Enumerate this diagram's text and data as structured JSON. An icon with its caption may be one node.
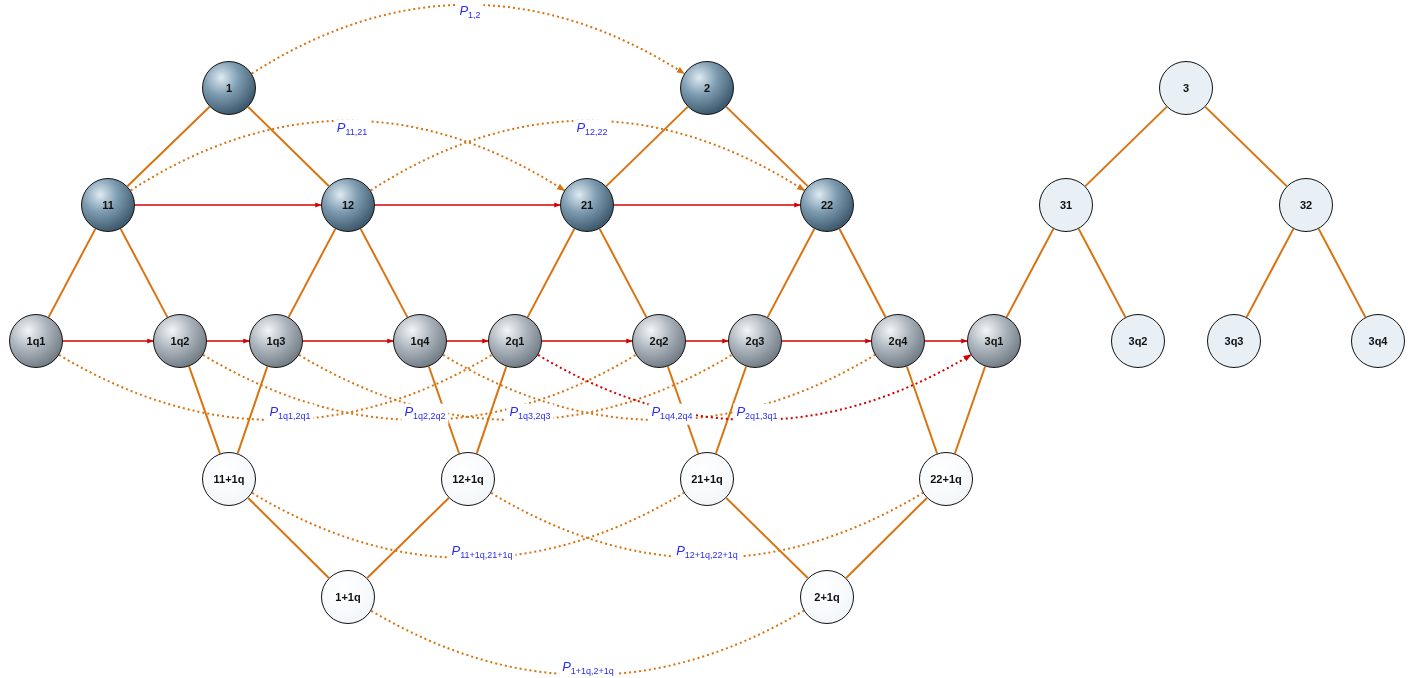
{
  "diagram": {
    "nodes": [
      {
        "text": [
          "1"
        ]
      },
      {
        "text": [
          "2"
        ]
      },
      {
        "text": [
          "3"
        ]
      },
      {
        "text": [
          "11"
        ]
      },
      {
        "text": [
          "12"
        ]
      },
      {
        "text": [
          "21"
        ]
      },
      {
        "text": [
          "22"
        ]
      },
      {
        "text": [
          "31"
        ]
      },
      {
        "text": [
          "32"
        ]
      },
      {
        "text": [
          "1q1"
        ]
      },
      {
        "text": [
          "1q2"
        ]
      },
      {
        "text": [
          "1q3"
        ]
      },
      {
        "text": [
          "1q4"
        ]
      },
      {
        "text": [
          "2q1"
        ]
      },
      {
        "text": [
          "2q2"
        ]
      },
      {
        "text": [
          "2q3"
        ]
      },
      {
        "text": [
          "2q4"
        ]
      },
      {
        "text": [
          "3q1"
        ]
      },
      {
        "text": [
          "3q2"
        ]
      },
      {
        "text": [
          "3q3"
        ]
      },
      {
        "text": [
          "3q4"
        ]
      },
      {
        "text": [
          "11+1q"
        ]
      },
      {
        "text": [
          "12+1q"
        ]
      },
      {
        "text": [
          "21+1q"
        ]
      },
      {
        "text": [
          "22+1q"
        ]
      },
      {
        "text": [
          "1+1q"
        ]
      },
      {
        "text": [
          "2+1q"
        ]
      }
    ],
    "edges": [
      {
        "from": 0,
        "to": 3,
        "arrow": "none"
      },
      {
        "from": 0,
        "to": 4,
        "arrow": "none"
      },
      {
        "from": 1,
        "to": 5,
        "arrow": "none"
      },
      {
        "from": 1,
        "to": 6,
        "arrow": "none"
      },
      {
        "from": 2,
        "to": 7,
        "arrow": "none"
      },
      {
        "from": 2,
        "to": 8,
        "arrow": "none"
      },
      {
        "from": 3,
        "to": 9,
        "arrow": "none"
      },
      {
        "from": 3,
        "to": 10,
        "arrow": "none"
      },
      {
        "from": 4,
        "to": 11,
        "arrow": "none"
      },
      {
        "from": 4,
        "to": 12,
        "arrow": "none"
      },
      {
        "from": 5,
        "to": 13,
        "arrow": "none"
      },
      {
        "from": 5,
        "to": 14,
        "arrow": "none"
      },
      {
        "from": 6,
        "to": 15,
        "arrow": "none"
      },
      {
        "from": 6,
        "to": 16,
        "arrow": "none"
      },
      {
        "from": 7,
        "to": 17,
        "arrow": "none"
      },
      {
        "from": 7,
        "to": 18,
        "arrow": "none"
      },
      {
        "from": 8,
        "to": 19,
        "arrow": "none"
      },
      {
        "from": 8,
        "to": 20,
        "arrow": "none"
      },
      {
        "from": 10,
        "to": 21,
        "arrow": "none"
      },
      {
        "from": 11,
        "to": 21,
        "arrow": "none"
      },
      {
        "from": 12,
        "to": 22,
        "arrow": "none"
      },
      {
        "from": 13,
        "to": 22,
        "arrow": "none"
      },
      {
        "from": 14,
        "to": 23,
        "arrow": "none"
      },
      {
        "from": 15,
        "to": 23,
        "arrow": "none"
      },
      {
        "from": 16,
        "to": 24,
        "arrow": "none"
      },
      {
        "from": 17,
        "to": 24,
        "arrow": "none"
      },
      {
        "from": 21,
        "to": 25,
        "arrow": "none"
      },
      {
        "from": 22,
        "to": 25,
        "arrow": "none"
      },
      {
        "from": 23,
        "to": 26,
        "arrow": "none"
      },
      {
        "from": 24,
        "to": 26,
        "arrow": "none"
      },
      {
        "from": 3,
        "to": 4,
        "arrow": "to",
        "color": "#d40000"
      },
      {
        "from": 4,
        "to": 5,
        "arrow": "to",
        "color": "#d40000"
      },
      {
        "from": 5,
        "to": 6,
        "arrow": "to",
        "color": "#d40000"
      },
      {
        "from": 9,
        "to": 10,
        "arrow": "to",
        "color": "#d40000"
      },
      {
        "from": 10,
        "to": 11,
        "arrow": "to",
        "color": "#d40000"
      },
      {
        "from": 11,
        "to": 12,
        "arrow": "to",
        "color": "#d40000"
      },
      {
        "from": 12,
        "to": 13,
        "arrow": "to",
        "color": "#d40000"
      },
      {
        "from": 13,
        "to": 14,
        "arrow": "to",
        "color": "#d40000"
      },
      {
        "from": 14,
        "to": 15,
        "arrow": "to",
        "color": "#d40000"
      },
      {
        "from": 15,
        "to": 16,
        "arrow": "to",
        "color": "#d40000"
      },
      {
        "from": 16,
        "to": 17,
        "arrow": "to",
        "color": "#d40000"
      },
      {
        "from": 0,
        "to": 1,
        "arrow": "to",
        "style": "dashed",
        "label": "*P*$_{1,2}$"
      },
      {
        "from": 3,
        "to": 5,
        "arrow": "to",
        "style": "dashed",
        "label": "*P*$_{11,21}$"
      },
      {
        "from": 4,
        "to": 6,
        "arrow": "to",
        "style": "dashed",
        "label": "*P*$_{12,22}$"
      },
      {
        "from": 9,
        "to": 13,
        "arrow": "none",
        "style": "dashed",
        "label": "*P*$_{1q1,2q1}$"
      },
      {
        "from": 10,
        "to": 14,
        "arrow": "none",
        "style": "dashed",
        "label": "*P*$_{1q2,2q2}$"
      },
      {
        "from": 11,
        "to": 15,
        "arrow": "none",
        "style": "dashed",
        "label": "*P*$_{1q3,2q3}$"
      },
      {
        "from": 12,
        "to": 16,
        "arrow": "none",
        "style": "dashed",
        "label": "*P*$_{1q4,2q4}$"
      },
      {
        "from": 13,
        "to": 17,
        "arrow": "to",
        "style": "dashed",
        "color": "#d40000",
        "label": "*P*$_{2q1,3q1}$"
      },
      {
        "from": 21,
        "to": 23,
        "arrow": "none",
        "style": "dashed",
        "label": "*P*$_{11+1q,21+1q}$"
      },
      {
        "from": 22,
        "to": 24,
        "arrow": "none",
        "style": "dashed",
        "label": "*P*$_{12+1q,22+1q}$"
      },
      {
        "from": 25,
        "to": 26,
        "arrow": "none",
        "style": "dashed",
        "label": "*P*$_{1+1q,2+1q}$"
      }
    ]
  }
}
